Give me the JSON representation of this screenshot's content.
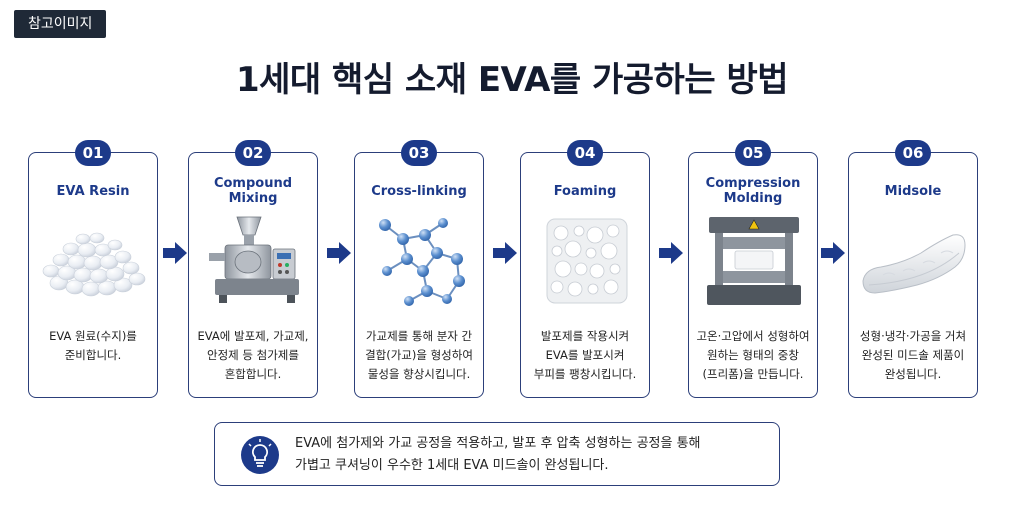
{
  "tag": "참고이미지",
  "title": "1세대 핵심 소재 EVA를 가공하는 방법",
  "steps": [
    {
      "num": "01",
      "title": "EVA Resin",
      "desc_lines": [
        "EVA 원료(수지)를",
        "준비합니다."
      ]
    },
    {
      "num": "02",
      "title": "Compound Mixing",
      "desc_lines": [
        "EVA에 발포제, 가교제,",
        "안정제 등 첨가제를",
        "혼합합니다."
      ]
    },
    {
      "num": "03",
      "title": "Cross-linking",
      "desc_lines": [
        "가교제를 통해 분자 간",
        "결합(가교)을 형성하여",
        "물성을 향상시킵니다."
      ]
    },
    {
      "num": "04",
      "title": "Foaming",
      "desc_lines": [
        "발포제를 작용시켜",
        "EVA를 발포시켜",
        "부피를 팽창시킵니다."
      ]
    },
    {
      "num": "05",
      "title": "Compression Molding",
      "desc_lines": [
        "고온·고압에서 성형하여",
        "원하는 형태의 중창",
        "(프리폼)을 만듭니다."
      ]
    },
    {
      "num": "06",
      "title": "Midsole",
      "desc_lines": [
        "성형·냉각·가공을 거쳐",
        "완성된 미드솔 제품이",
        "완성됩니다."
      ]
    }
  ],
  "summary": {
    "line1": "EVA에 첨가제와 가교 공정을 적용하고, 발포 후 압축 성형하는 공정을 통해",
    "line2": "가볍고 쿠셔닝이 우수한 1세대 EVA 미드솔이 완성됩니다."
  },
  "icons": {
    "flow_arrow": "arrow-right-icon",
    "summary": "lightbulb-icon"
  },
  "colors": {
    "accent": "#1d3a8a",
    "border": "#2c3f7a",
    "tag_bg": "#1f2937"
  }
}
